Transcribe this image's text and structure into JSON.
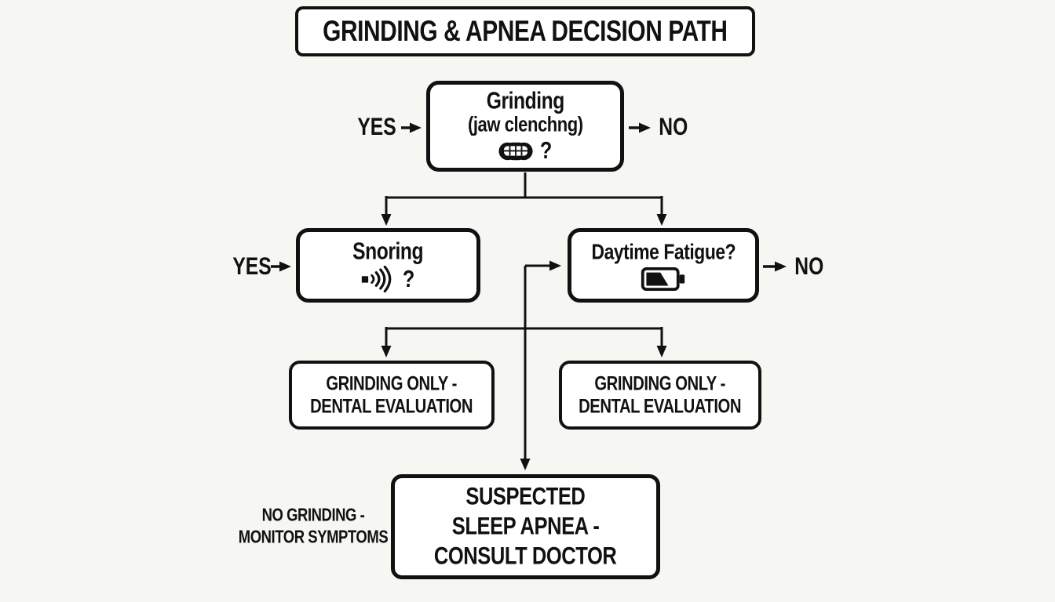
{
  "colors": {
    "background": "#f6f6f3",
    "ink": "#111111",
    "box_background": "#ffffff"
  },
  "title": {
    "text": "GRINDING & APNEA DECISION PATH"
  },
  "grinding_node": {
    "title": "Grinding",
    "subtitle": "(jaw clenchng)",
    "question_mark": "?",
    "icon": "teeth-grinding-icon",
    "yes_label": "YES",
    "no_label": "NO"
  },
  "snoring_node": {
    "title": "Snoring",
    "question_mark": "?",
    "icon": "sound-waves-icon",
    "yes_label": "YES"
  },
  "fatigue_node": {
    "title": "Daytime Fatigue?",
    "icon": "battery-icon",
    "no_label": "NO"
  },
  "outcome_grinding_left": {
    "line1": "GRINDING ONLY -",
    "line2": "DENTAL EVALUATION"
  },
  "outcome_grinding_right": {
    "line1": "GRINDING ONLY -",
    "line2": "DENTAL EVALUATION"
  },
  "outcome_apnea": {
    "line1": "SUSPECTED",
    "line2": "SLEEP APNEA -",
    "line3": "CONSULT DOCTOR"
  },
  "outcome_monitor": {
    "line1": "NO GRINDING -",
    "line2": "MONITOR SYMPTOMS"
  }
}
